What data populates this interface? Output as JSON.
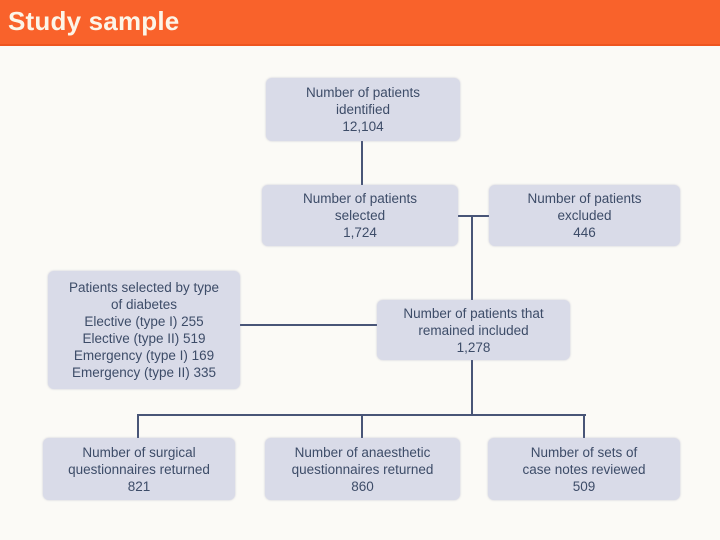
{
  "header": {
    "title": "Study sample"
  },
  "colors": {
    "page_bg": "#fbfaf6",
    "header_bg": "#f9622b",
    "header_text": "#fcf5e8",
    "box_fill": "#d9dbe8",
    "box_text": "#3d4c68",
    "line": "#485577"
  },
  "boxes": {
    "identified": {
      "lines": [
        "Number of patients",
        "identified",
        "12,104"
      ]
    },
    "selected": {
      "lines": [
        "Number of patients",
        "selected",
        "1,724"
      ]
    },
    "excluded": {
      "lines": [
        "Number of patients",
        "excluded",
        "446"
      ]
    },
    "diabetes": {
      "lines": [
        "Patients selected by type",
        "of diabetes",
        "Elective (type I) 255",
        "Elective (type II) 519",
        "Emergency (type I) 169",
        "Emergency (type II) 335"
      ]
    },
    "remained": {
      "lines": [
        "Number of patients that",
        "remained included",
        "1,278"
      ]
    },
    "surgical": {
      "lines": [
        "Number of surgical",
        "questionnaires returned",
        "821"
      ]
    },
    "anaesthetic": {
      "lines": [
        "Number of anaesthetic",
        "questionnaires returned",
        "860"
      ]
    },
    "casenotes": {
      "lines": [
        "Number of sets of",
        "case notes reviewed",
        "509"
      ]
    }
  }
}
